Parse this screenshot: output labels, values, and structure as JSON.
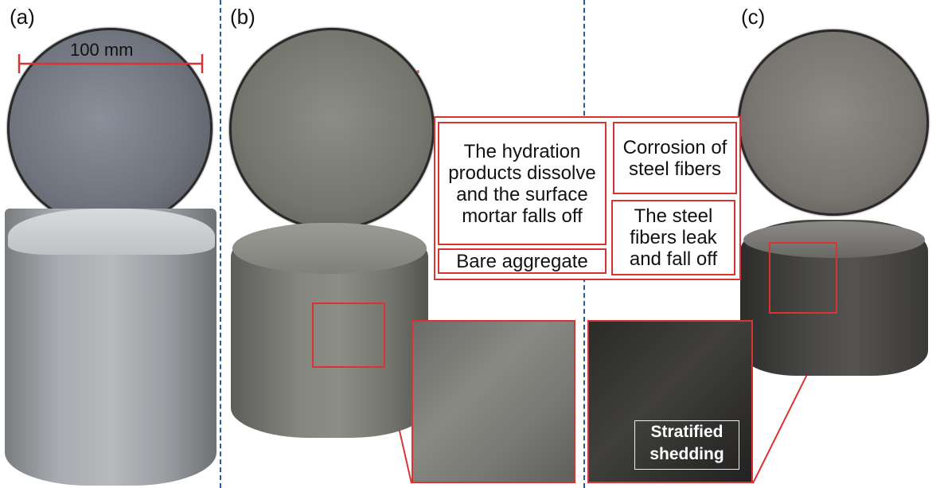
{
  "panels": {
    "a": {
      "label": "(a)",
      "scale_bar": "100 mm"
    },
    "b": {
      "label": "(b)"
    },
    "c": {
      "label": "(c)"
    }
  },
  "annotations": {
    "hydration": "The hydration products dissolve and the surface mortar falls off",
    "bare_aggregate": "Bare aggregate",
    "corrosion": "Corrosion of steel fibers",
    "fiber_leak": "The steel fibers leak and fall off",
    "stratified": "Stratified shedding"
  },
  "colors": {
    "annotation_border": "#d93333",
    "separator": "#2a5a9e",
    "text": "#111111"
  },
  "icons": [
    "measurement-bar-icon",
    "zoom-connector-icon"
  ]
}
